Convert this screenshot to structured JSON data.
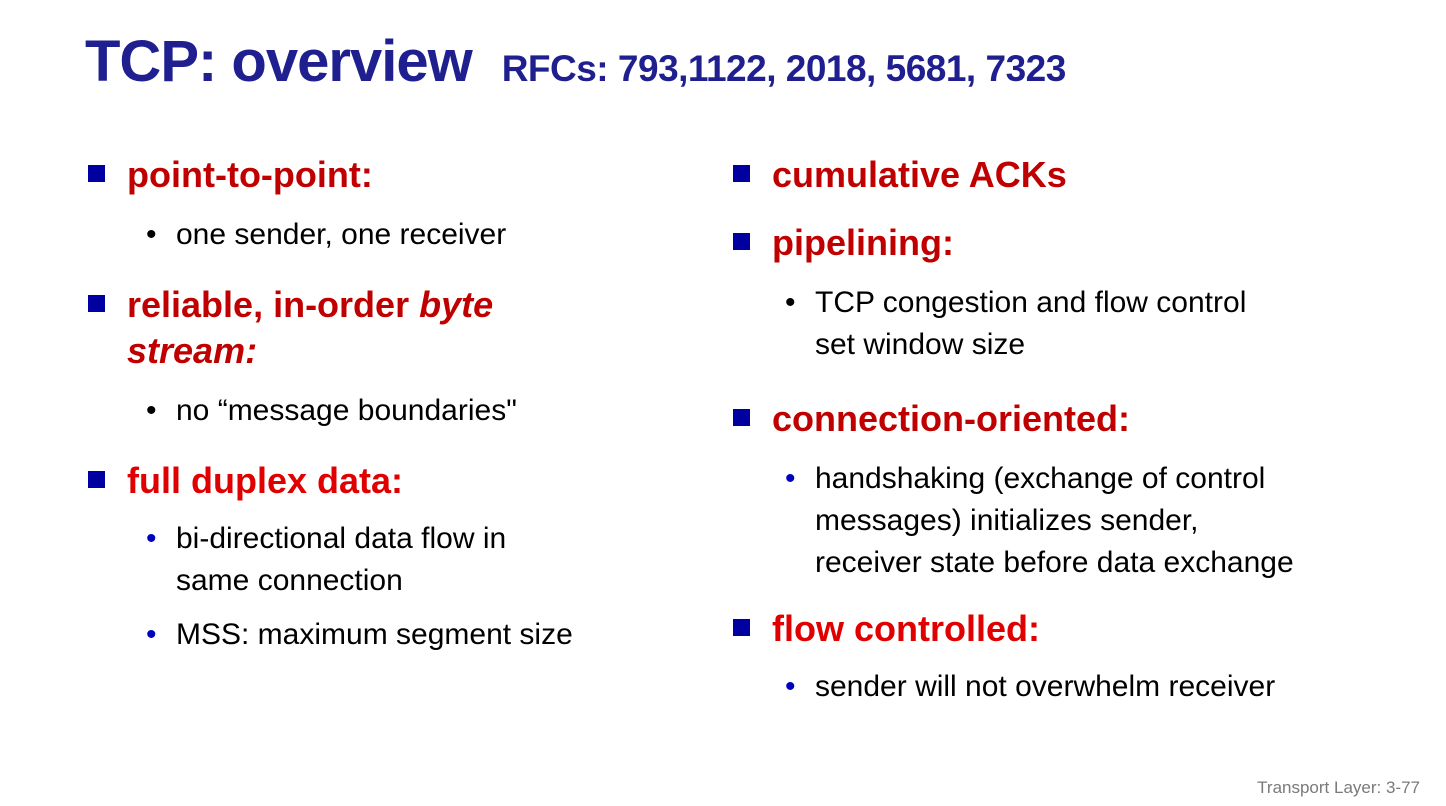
{
  "title": {
    "text": "TCP: overview",
    "subtitle": "RFCs: 793,1122, 2018, 5681, 7323"
  },
  "footer": {
    "text": "Transport Layer: 3-77"
  },
  "colors": {
    "title_navy": "#1f1f8f",
    "square_bullet_blue": "#0000a0",
    "dot_blue": "#0000c0",
    "heading_dark_red": "#c00000",
    "heading_bright_red": "#e00000",
    "body_black": "#000000",
    "footer_gray": "#7a7a7a"
  },
  "columns": {
    "left": [
      {
        "label": "point-to-point:",
        "style": "red-dark",
        "subs": [
          {
            "text": "one sender, one receiver",
            "dot": "dot-black"
          }
        ]
      },
      {
        "label": "reliable, in-order ",
        "label_italic": "byte\nstream:",
        "style": "red-dark",
        "subs": [
          {
            "text": "no “message boundaries\"",
            "dot": "dot-black"
          }
        ]
      },
      {
        "label": "full duplex data:",
        "style": "red-bright",
        "subs": [
          {
            "text": "bi-directional data flow in\nsame connection",
            "dot": "dot-blue"
          },
          {
            "text": "MSS: maximum segment size",
            "dot": "dot-blue"
          }
        ]
      }
    ],
    "right": [
      {
        "label": "cumulative ACKs",
        "style": "red-dark",
        "subs": []
      },
      {
        "label": "pipelining:",
        "style": "red-dark",
        "subs": [
          {
            "text": "TCP congestion and flow control\nset window size",
            "dot": "dot-black"
          }
        ]
      },
      {
        "label": "connection-oriented:",
        "style": "red-dark",
        "subs": [
          {
            "text": "handshaking (exchange of control\nmessages) initializes sender,\nreceiver state before data exchange",
            "dot": "dot-blue"
          }
        ]
      },
      {
        "label": "flow controlled:",
        "style": "red-bright",
        "subs": [
          {
            "text": "sender will not overwhelm receiver",
            "dot": "dot-blue"
          }
        ]
      }
    ]
  },
  "glyphs": {
    "sub_bullet": "•"
  }
}
